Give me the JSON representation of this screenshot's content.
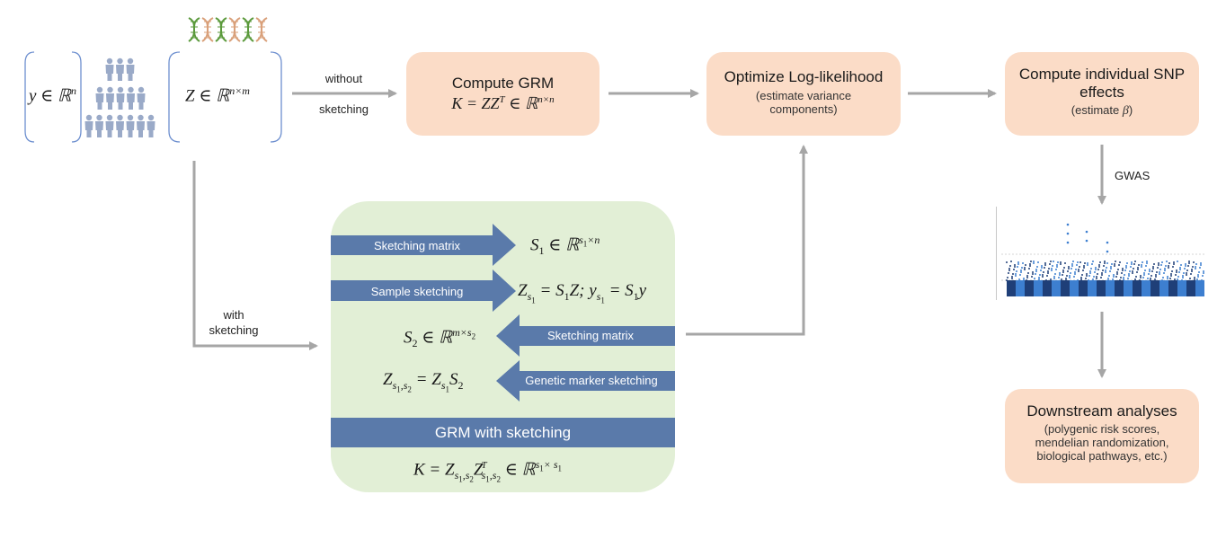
{
  "inputs": {
    "y_label": "y ∈ ℝ",
    "y_sup": "n",
    "z_label": "Z ∈ ℝ",
    "z_sup": "n×m"
  },
  "arrows": {
    "without_line1": "without",
    "without_line2": "sketching",
    "with_line1": "with",
    "with_line2": "sketching",
    "gwas": "GWAS"
  },
  "compute_grm": {
    "title": "Compute GRM",
    "formula": "K = ZZ",
    "formula_sup_t": "T",
    "formula_rest": " ∈ ℝ",
    "formula_sup": "n×n"
  },
  "optimize": {
    "title": "Optimize Log-likelihood",
    "subtitle_line1": "(estimate variance",
    "subtitle_line2": "components)"
  },
  "snp_effects": {
    "title_line1": "Compute individual SNP",
    "title_line2": "effects",
    "subtitle_pre": "(estimate ",
    "subtitle_beta": "β",
    "subtitle_post": ")"
  },
  "downstream": {
    "title": "Downstream analyses",
    "line1": "(polygenic risk scores,",
    "line2": "mendelian randomization,",
    "line3": "biological pathways, etc.)"
  },
  "sketching": {
    "bar1": "Sketching matrix",
    "bar2": "Sample sketching",
    "bar3": "Sketching matrix",
    "bar4": "Genetic marker sketching",
    "grm_bar": "GRM with sketching"
  },
  "colors": {
    "box_fill": "#fbdcc7",
    "panel_fill": "#e2efd6",
    "bar_fill": "#5a7aaa",
    "arrow": "#a6a6a6",
    "dna_green": "#5b9a3c",
    "dna_orange": "#d9a07a",
    "people": "#9aaac8"
  }
}
